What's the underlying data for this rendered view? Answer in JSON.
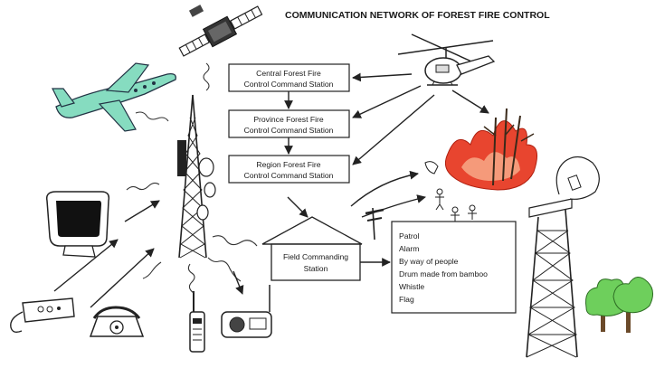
{
  "title": "COMMUNICATION NETWORK OF FOREST FIRE CONTROL",
  "stations": {
    "central": [
      "Central Forest Fire",
      "Control Command Station"
    ],
    "province": [
      "Province Forest Fire",
      "Control Command Station"
    ],
    "region": [
      "Region Forest Fire",
      "Control Command Station"
    ],
    "field": [
      "Field Commanding",
      "Station"
    ]
  },
  "methods": [
    "Patrol",
    "Alarm",
    "By way of people",
    "Drum made from bamboo",
    "Whistle",
    "Flag"
  ],
  "colors": {
    "plane": "#86dcc0",
    "fire": "#e8452f",
    "fire_light": "#f59a7a",
    "tree": "#6ecf5c"
  },
  "icons": [
    "satellite-icon",
    "airplane-icon",
    "helicopter-icon",
    "radio-tower-icon",
    "monitor-icon",
    "fax-icon",
    "telephone-icon",
    "walkie-talkie-icon",
    "radio-icon",
    "fire-icon",
    "lookout-tower-icon",
    "trees-icon",
    "antenna-icon",
    "people-icon"
  ]
}
